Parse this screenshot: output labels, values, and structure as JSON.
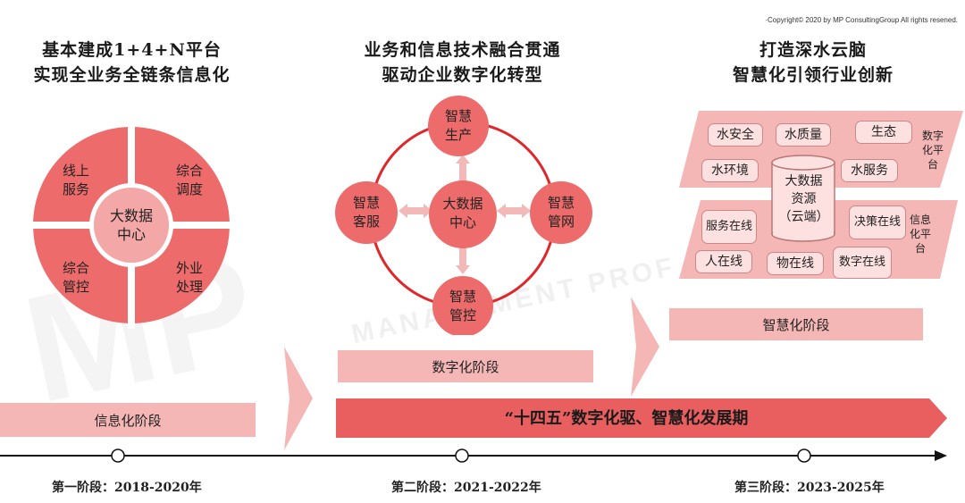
{
  "copyright": "·Copyright© 2020 by MP ConsultingGroup All rights resened.",
  "stage1": {
    "title_line1": "基本建成1+4+N平台",
    "title_line2": "实现全业务全链条信息化",
    "center": [
      "大数据",
      "中心"
    ],
    "quadrants": {
      "tl": [
        "线上",
        "服务"
      ],
      "tr": [
        "综合",
        "调度"
      ],
      "bl": [
        "综合",
        "管控"
      ],
      "br": [
        "外业",
        "处理"
      ]
    },
    "phase_band": "信息化阶段",
    "timeline_label": "第一阶段：2018-2020年"
  },
  "stage2": {
    "title_line1": "业务和信息技术融合贯通",
    "title_line2": "驱动企业数字化转型",
    "center": [
      "大数据",
      "中心"
    ],
    "top": [
      "智慧",
      "生产"
    ],
    "left": [
      "智慧",
      "客服"
    ],
    "right": [
      "智慧",
      "管网"
    ],
    "bottom": [
      "智慧",
      "管控"
    ],
    "phase_band": "数字化阶段",
    "timeline_label": "第二阶段：2021-2022年"
  },
  "stage3": {
    "title_line1": "打造深水云脑",
    "title_line2": "智慧化引领行业创新",
    "digital_items": [
      "水安全",
      "水质量",
      "生态",
      "水环境",
      "水服务"
    ],
    "digital_platform_label": [
      "数字",
      "化平",
      "台"
    ],
    "info_items": [
      "服务在线",
      "决策在线",
      "人在线",
      "物在线",
      "数字在线"
    ],
    "info_platform_label": [
      "信息",
      "化平",
      "台"
    ],
    "center": [
      "大数据",
      "资源",
      "（云端）"
    ],
    "phase_band": "智慧化阶段",
    "timeline_label": "第三阶段：2023-2025年"
  },
  "big_band": "“十四五”数字化驱、智慧化发展期",
  "watermark": {
    "big": "MP",
    "sub": "MANAGEMENT PROF"
  },
  "colors": {
    "primary": "#ee6b6b",
    "band": "#f5b6b6",
    "line": "#e0262a",
    "arrow": "#f3b8b8"
  }
}
